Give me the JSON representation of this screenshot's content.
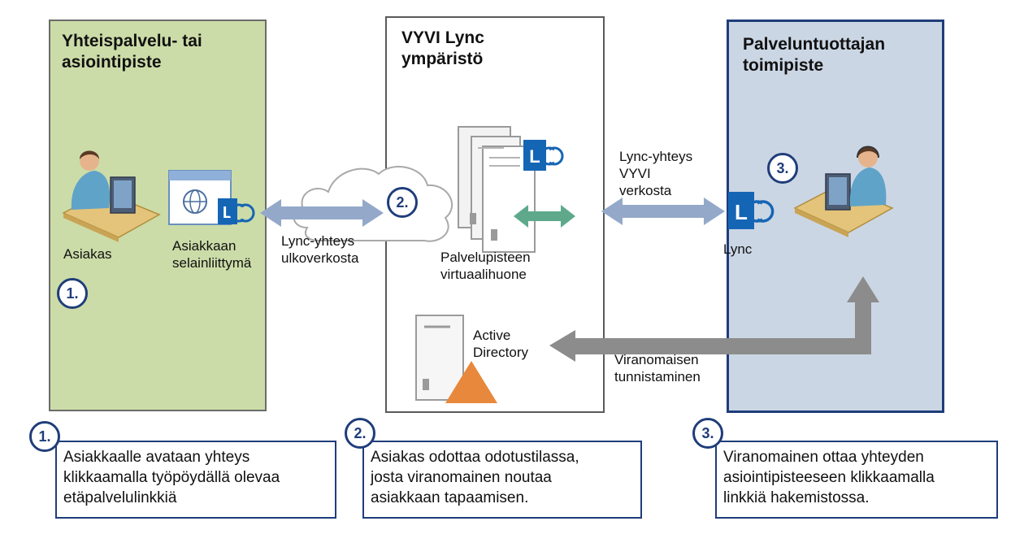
{
  "panels": {
    "left": {
      "title": "Yhteispalvelu- tai\nasiointipiste"
    },
    "middle": {
      "title": "VYVI Lync\nympäristö"
    },
    "right": {
      "title": "Palveluntuottajan\ntoimipiste"
    }
  },
  "labels": {
    "asiakas": "Asiakas",
    "browser": "Asiakkaan\nselainliittymä",
    "lync_external": "Lync-yhteys\nulkoverkosta",
    "virtual_room": "Palvelupisteen\nvirtuaalihuone",
    "active_directory": "Active\nDirectory",
    "lync_vyvi": "Lync-yhteys\nVYVI\nverkosta",
    "lync": "Lync",
    "authority_auth": "Viranomaisen\ntunnistaminen"
  },
  "steps": {
    "s1": "1.",
    "s2": "2.",
    "s3": "3."
  },
  "notes": {
    "n1": "Asiakkaalle avataan yhteys\nklikkaamalla työpöydällä olevaa\netäpalvelulinkkiä",
    "n2": "Asiakas odottaa odotustilassa,\njosta viranomainen noutaa\nasiakkaan tapaamisen.",
    "n3": "Viranomainen ottaa yhteyden\nasiointipisteeseen klikkaamalla\nlinkkiä hakemistossa."
  },
  "colors": {
    "accent_blue": "#1f3d7a",
    "lync_blue": "#1565b5",
    "arrow_blue": "#94a9c9",
    "arrow_gray": "#8c8c8c",
    "ad_orange": "#e8883c",
    "sync_green": "#5ea98c"
  }
}
